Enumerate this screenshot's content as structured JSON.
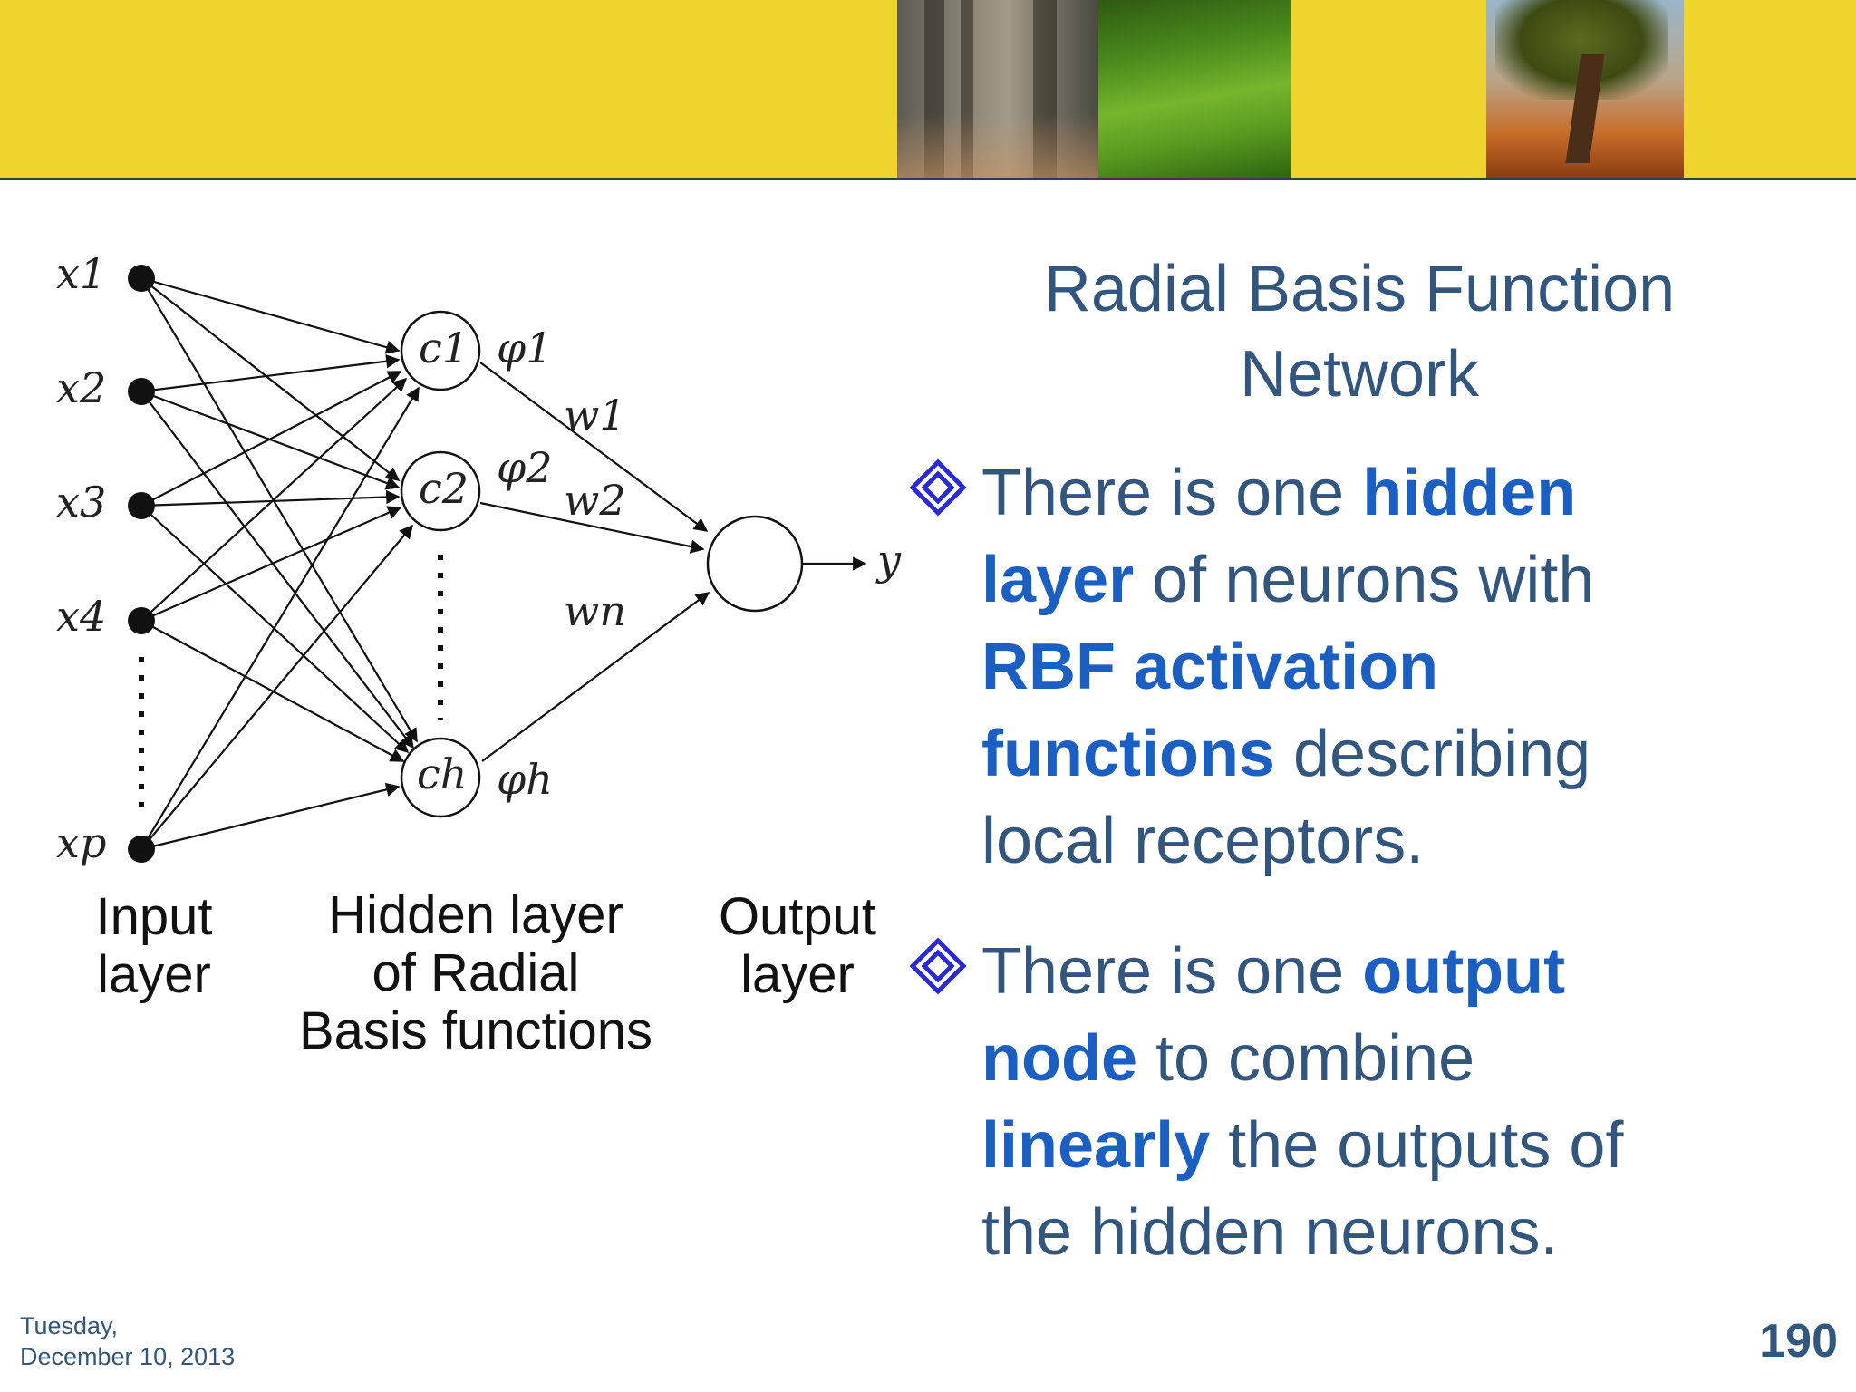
{
  "slide": {
    "title_line1": "Radial Basis Function",
    "title_line2": "Network",
    "bullet1": {
      "t1": "There is one ",
      "e1": "hidden layer",
      "t2": " of neurons with ",
      "e2": "RBF activation functions",
      "t3": " describing local receptors."
    },
    "bullet2": {
      "t1": "There is one ",
      "e1": "output node",
      "t2": " to combine ",
      "e2": "linearly",
      "t3": " the outputs of the hidden neurons."
    },
    "footer_day": "Tuesday,",
    "footer_date": "December 10, 2013",
    "page_number": "190"
  },
  "diagram": {
    "inputs": [
      "x1",
      "x2",
      "x3",
      "x4",
      "xp"
    ],
    "hidden": [
      "c1",
      "c2",
      "ch"
    ],
    "phis": [
      "φ1",
      "φ2",
      "φh"
    ],
    "weights": [
      "w1",
      "w2",
      "wn"
    ],
    "output": "y",
    "labels": {
      "input_l1": "Input",
      "input_l2": "layer",
      "hidden_l1": "Hidden layer",
      "hidden_l2": "of Radial",
      "hidden_l3": "Basis functions",
      "output_l1": "Output",
      "output_l2": "layer"
    }
  },
  "colors": {
    "banner": "#efd42e",
    "text": "#33567e",
    "emphasis": "#1b5fc2",
    "marker": "#2a2ad8"
  },
  "icons": {
    "bullet": "diamond-bullet-icon"
  }
}
